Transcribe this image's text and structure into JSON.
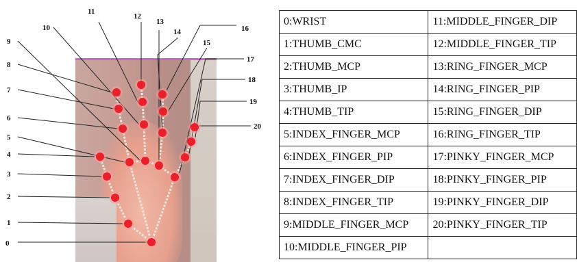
{
  "landmarks": [
    {
      "id": "0",
      "name": "0:WRIST"
    },
    {
      "id": "1",
      "name": "1:THUMB_CMC"
    },
    {
      "id": "2",
      "name": "2:THUMB_MCP"
    },
    {
      "id": "3",
      "name": "3:THUMB_IP"
    },
    {
      "id": "4",
      "name": "4:THUMB_TIP"
    },
    {
      "id": "5",
      "name": "5:INDEX_FINGER_MCP"
    },
    {
      "id": "6",
      "name": "6:INDEX_FINGER_PIP"
    },
    {
      "id": "7",
      "name": "7:INDEX_FINGER_DIP"
    },
    {
      "id": "8",
      "name": "8:INDEX_FINGER_TIP"
    },
    {
      "id": "9",
      "name": "9:MIDDLE_FINGER_MCP"
    },
    {
      "id": "10",
      "name": "10:MIDDLE_FINGER_PIP"
    },
    {
      "id": "11",
      "name": "11:MIDDLE_FINGER_DIP"
    },
    {
      "id": "12",
      "name": "12:MIDDLE_FINGER_TIP"
    },
    {
      "id": "13",
      "name": "13:RING_FINGER_MCP"
    },
    {
      "id": "14",
      "name": "14:RING_FINGER_PIP"
    },
    {
      "id": "15",
      "name": "15:RING_FINGER_DIP"
    },
    {
      "id": "16",
      "name": "16:RING_FINGER_TIP"
    },
    {
      "id": "17",
      "name": "17:PINKY_FINGER_MCP"
    },
    {
      "id": "18",
      "name": "18:PINKY_FINGER_PIP"
    },
    {
      "id": "19",
      "name": "19:PINKY_FINGER_DIP"
    },
    {
      "id": "20",
      "name": "20:PINKY_FINGER_TIP"
    }
  ],
  "colors": {
    "keypoint": "#e8202a",
    "keypoint_ring": "#ff9a9a",
    "skeleton": "#f3e4dc",
    "leader_line": "#222222",
    "table_border": "#222222"
  }
}
